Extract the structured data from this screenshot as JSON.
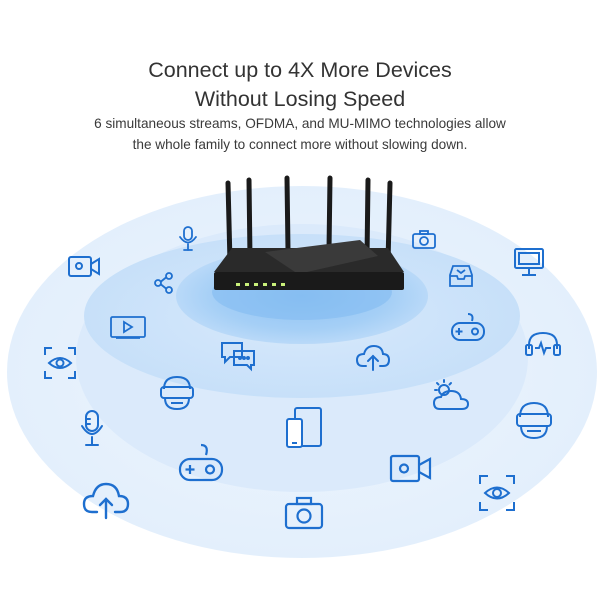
{
  "heading": {
    "line1": "Connect up to 4X More Devices",
    "line2": "Without Losing Speed"
  },
  "description": {
    "line1": "6 simultaneous streams, OFDMA, and MU-MIMO technologies allow",
    "line2": "the whole family to connect more without slowing down."
  },
  "colors": {
    "icon_stroke": "#1e6fcf",
    "ring_outer": "#eaf3fd",
    "ring_mid": "#d2e6fb",
    "ring_inner": "#a9d0f6",
    "router_body": "#1a1a1a",
    "status_leds": "#c9f07a"
  },
  "icons": [
    "microphone-icon",
    "camera-icon",
    "video-camera-icon",
    "share-icon",
    "router-device",
    "inbox-icon",
    "monitor-icon",
    "play-video-icon",
    "gamepad-icon",
    "eye-scan-icon",
    "chat-icon",
    "cloud-upload-icon",
    "health-monitor-icon",
    "vr-headset-icon",
    "weather-icon",
    "tablet-phone-icon",
    "gamepad-icon",
    "photo-camera-icon",
    "cloud-upload-icon"
  ]
}
